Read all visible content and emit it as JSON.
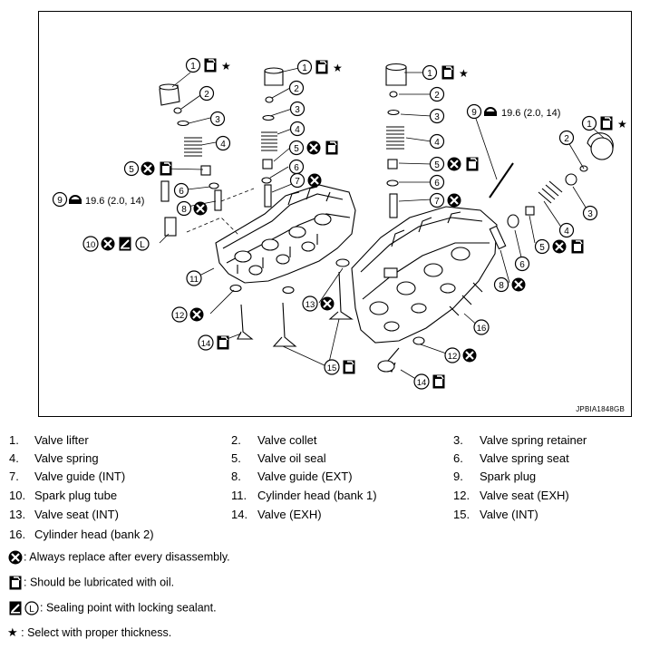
{
  "figure_code": "JPBIA1848GB",
  "torque_label": "19.6 (2.0, 14)",
  "callouts": {
    "c1": "1",
    "c2": "2",
    "c3": "3",
    "c4": "4",
    "c5": "5",
    "c6": "6",
    "c7": "7",
    "c8": "8",
    "c9": "9",
    "c10": "10",
    "c11": "11",
    "c12": "12",
    "c13": "13",
    "c14": "14",
    "c15": "15",
    "c16": "16"
  },
  "parts": [
    {
      "num": "1.",
      "name": "Valve lifter"
    },
    {
      "num": "2.",
      "name": "Valve collet"
    },
    {
      "num": "3.",
      "name": "Valve spring retainer"
    },
    {
      "num": "4.",
      "name": "Valve spring"
    },
    {
      "num": "5.",
      "name": "Valve oil seal"
    },
    {
      "num": "6.",
      "name": "Valve spring seat"
    },
    {
      "num": "7.",
      "name": "Valve guide (INT)"
    },
    {
      "num": "8.",
      "name": "Valve guide (EXT)"
    },
    {
      "num": "9.",
      "name": "Spark plug"
    },
    {
      "num": "10.",
      "name": "Spark plug tube"
    },
    {
      "num": "11.",
      "name": "Cylinder head (bank 1)"
    },
    {
      "num": "12.",
      "name": "Valve seat (EXH)"
    },
    {
      "num": "13.",
      "name": "Valve seat (INT)"
    },
    {
      "num": "14.",
      "name": "Valve (EXH)"
    },
    {
      "num": "15.",
      "name": "Valve (INT)"
    },
    {
      "num": "16.",
      "name": "Cylinder head (bank 2)"
    }
  ],
  "symbols": {
    "replace": ": Always replace after every disassembly.",
    "oil": ": Should be lubricated with oil.",
    "sealant": ": Sealing point with locking sealant.",
    "thickness": ": Select with proper thickness.",
    "star_glyph": "★",
    "l_glyph": "L"
  }
}
